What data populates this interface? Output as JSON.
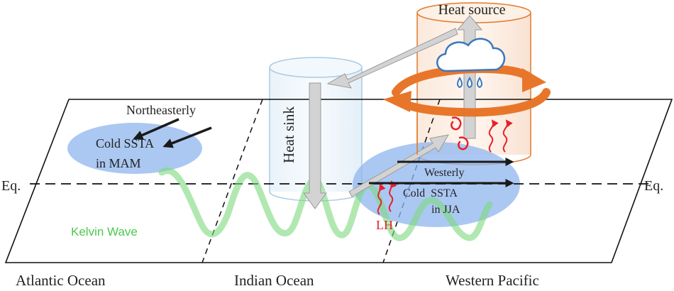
{
  "labels": {
    "heat_source": "Heat source",
    "heat_sink": "Heat sink",
    "northeasterly": "Northeasterly",
    "cold_ssta_mam_line1": "Cold SSTA",
    "cold_ssta_mam_line2": "in MAM",
    "equator_left": "Eq.",
    "equator_right": "Eq.",
    "westerly": "Westerly",
    "cold_ssta_jja_line1": "Cold  SSTA",
    "cold_ssta_jja_line2": "in JJA",
    "latent_heat": "LH",
    "kelvin_wave": "Kelvin Wave",
    "atlantic": "Atlantic Ocean",
    "indian": "Indian Ocean",
    "western_pacific": "Western Pacific"
  },
  "colors": {
    "heat_source_cylinder": "#e07a2c",
    "heat_sink_cylinder": "#a9cbe3",
    "ssta_patch": "#8fb6ee",
    "kelvin_wave": "#7dd87d",
    "kelvin_label": "#4cc94c",
    "latent_heat": "#e8202a",
    "circulation_arrow": "#e8762a",
    "cloud": "#3a78c0",
    "wind_arrow": "#1a1a1a",
    "walker_arrow": "#c8c8c8"
  },
  "icons": [
    "cloud-rain-icon",
    "typhoon-icon"
  ]
}
